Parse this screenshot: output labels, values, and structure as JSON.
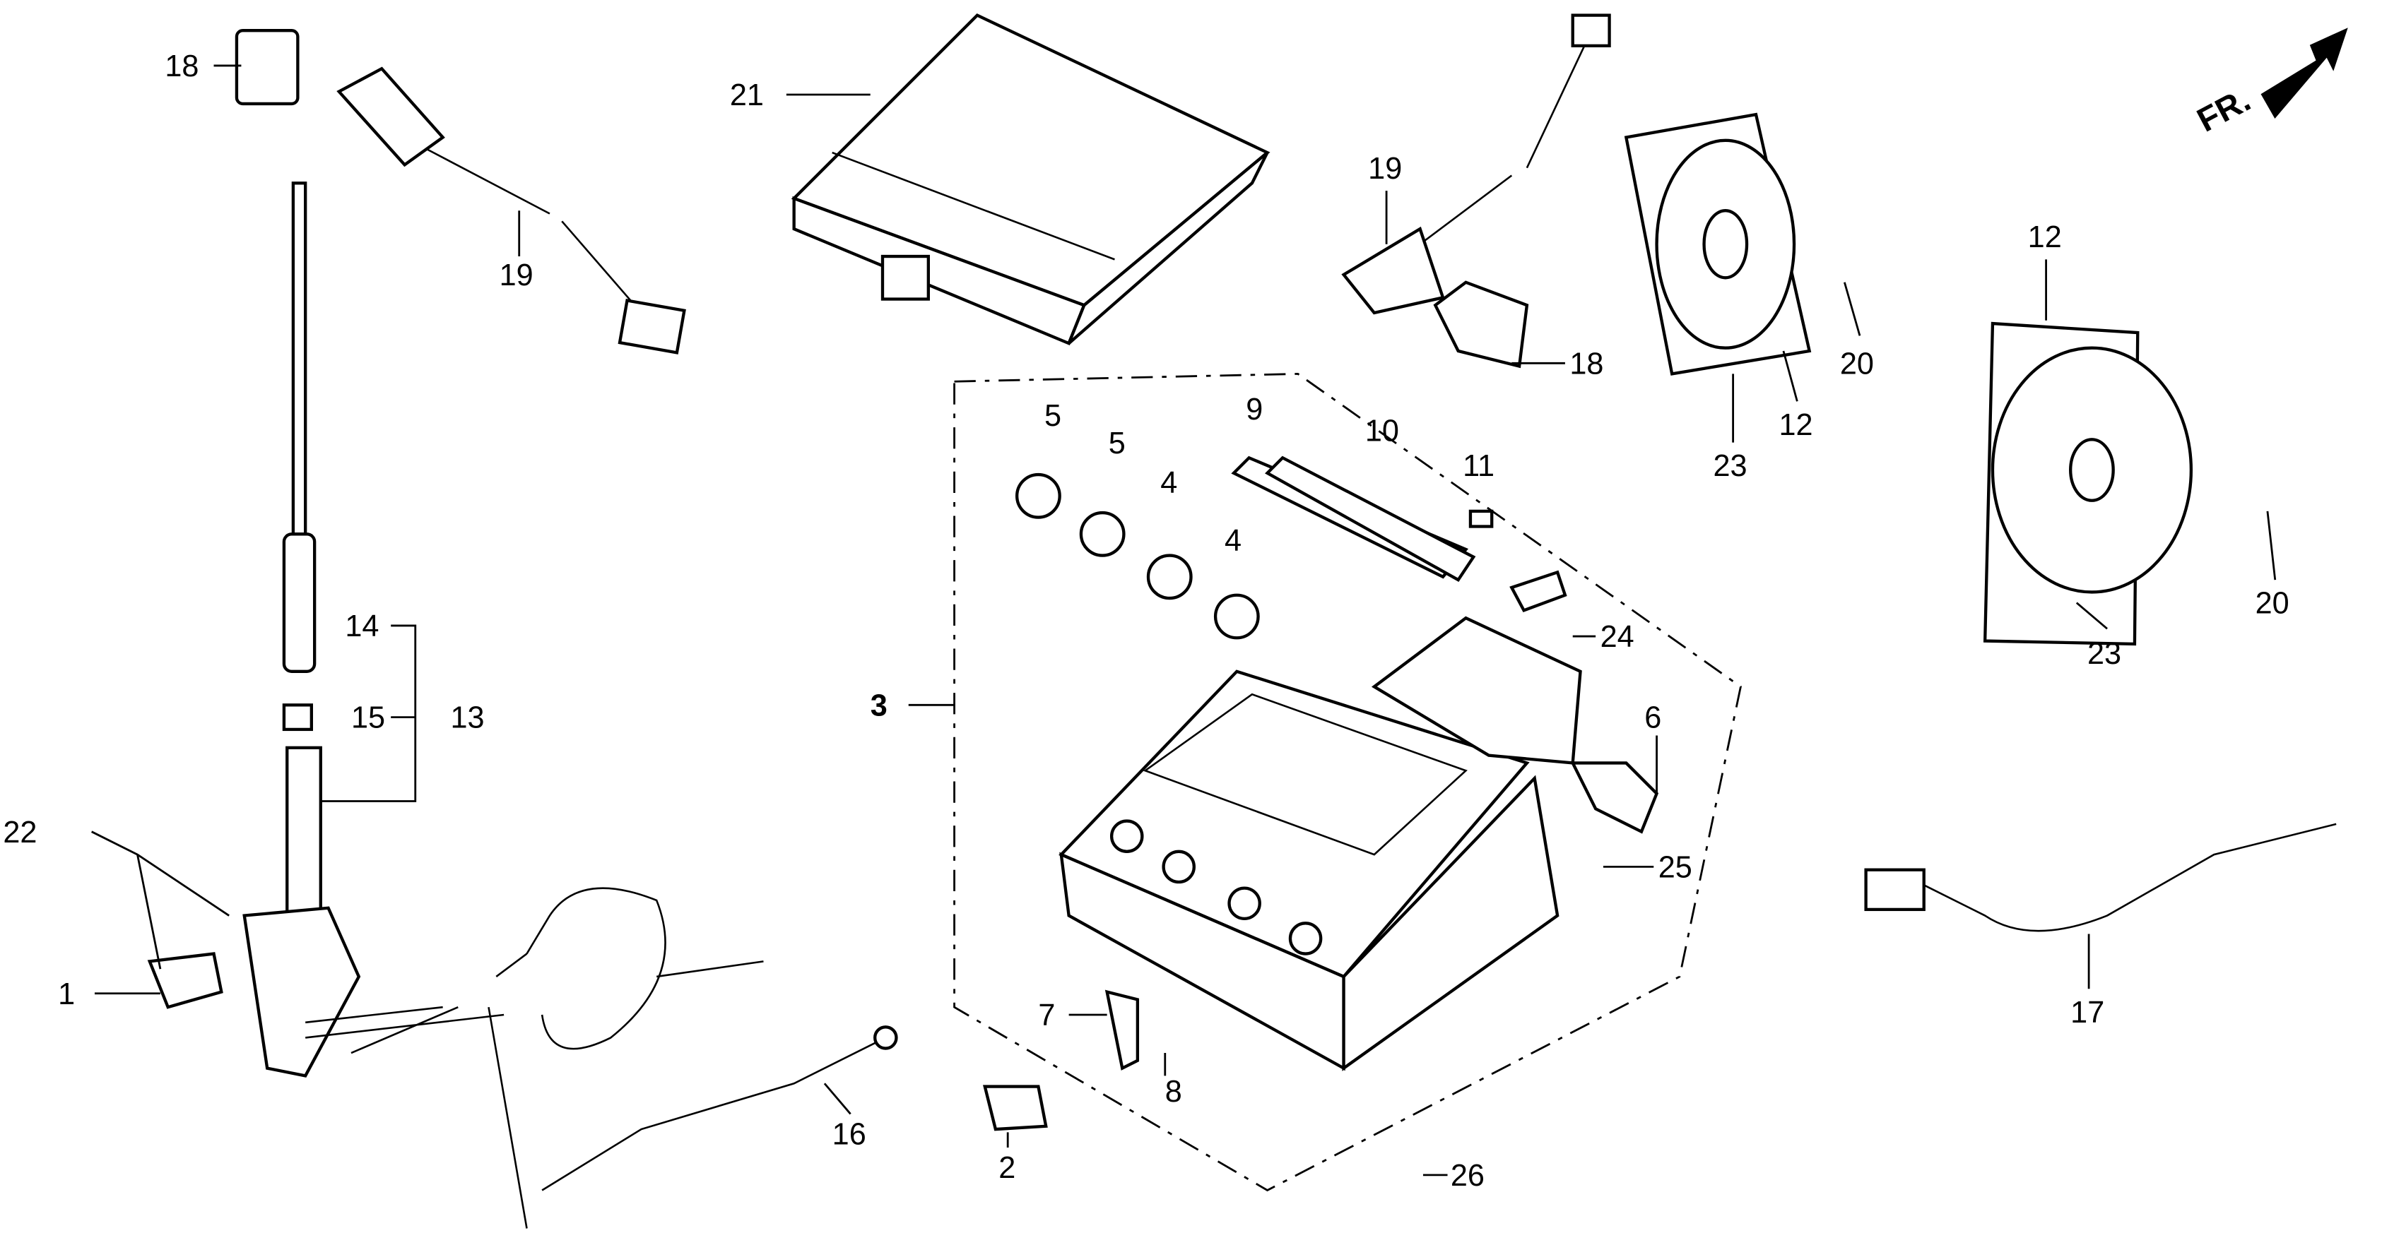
{
  "diagram": {
    "direction_label": "FR.",
    "callouts": [
      "18",
      "21",
      "19",
      "19",
      "18",
      "12",
      "23",
      "20",
      "12",
      "20",
      "23",
      "5",
      "5",
      "4",
      "4",
      "9",
      "10",
      "11",
      "24",
      "3",
      "6",
      "25",
      "14",
      "15",
      "13",
      "22",
      "1",
      "7",
      "8",
      "16",
      "2",
      "26",
      "17"
    ]
  }
}
